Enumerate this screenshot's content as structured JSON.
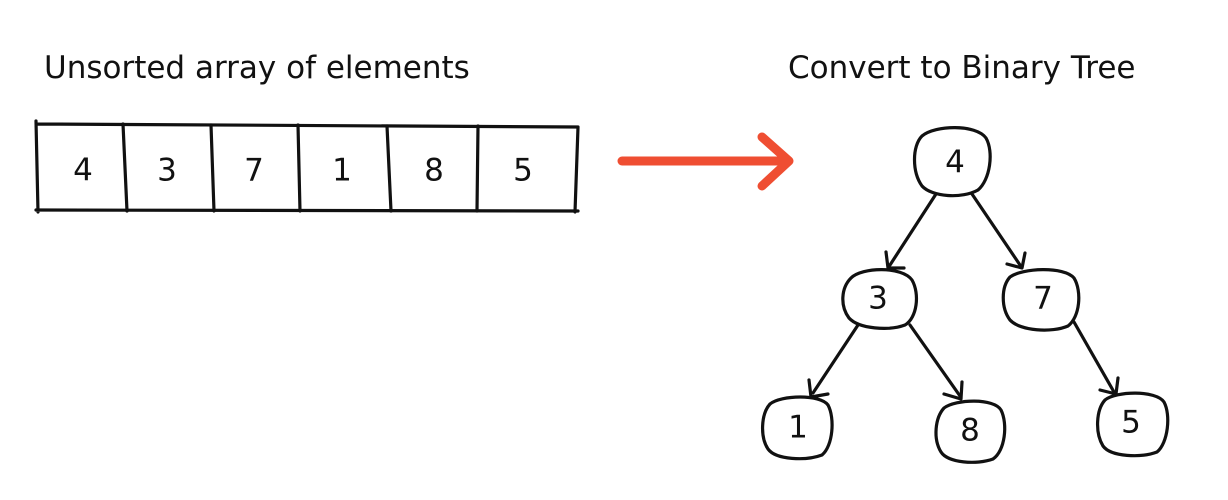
{
  "array": {
    "title": "Unsorted array of elements",
    "values": [
      "4",
      "3",
      "7",
      "1",
      "8",
      "5"
    ]
  },
  "tree": {
    "title": "Convert to Binary Tree",
    "nodes": [
      "4",
      "3",
      "7",
      "1",
      "8",
      "5"
    ]
  },
  "colors": {
    "arrow": "#ef4e32",
    "ink": "#111111"
  }
}
